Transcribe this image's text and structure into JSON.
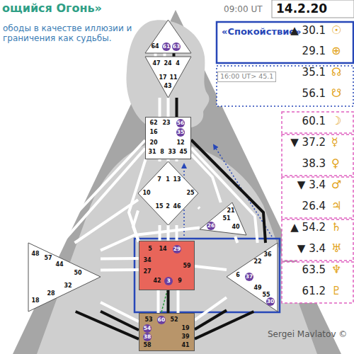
{
  "diagram": {
    "title": "ощийся Огонь»",
    "nodes": [
      {
        "text": [
          "64",
          "61",
          "63"
        ]
      },
      {
        "text": [
          "47",
          "24",
          "4",
          "17",
          "11",
          "43"
        ]
      },
      {
        "text": [
          "62",
          "23",
          "56",
          "16",
          "35",
          "20",
          "12",
          "31",
          "8",
          "33",
          "45"
        ]
      },
      {
        "text": [
          "7",
          "1",
          "13",
          "10",
          "25",
          "15",
          "2",
          "46"
        ]
      },
      {
        "text": [
          "21",
          "51",
          "26",
          "40"
        ]
      },
      {
        "text": [
          "48",
          "57",
          "44",
          "50",
          "32",
          "28",
          "18"
        ]
      },
      {
        "text": [
          "5",
          "14",
          "29",
          "34",
          "27",
          "59",
          "42",
          "3",
          "9"
        ]
      },
      {
        "text": [
          "36",
          "22",
          "6",
          "37",
          "49",
          "55",
          "30"
        ]
      },
      {
        "text": [
          "53",
          "60",
          "52",
          "54",
          "19",
          "38",
          "39",
          "58",
          "41"
        ]
      }
    ],
    "edges": [
      {
        "from": 0,
        "to": 1,
        "arrow": "none"
      },
      {
        "from": 0,
        "to": 1,
        "arrow": "none"
      },
      {
        "from": 0,
        "to": 1,
        "arrow": "none"
      },
      {
        "from": 1,
        "to": 2,
        "arrow": "none"
      },
      {
        "from": 1,
        "to": 2,
        "arrow": "none"
      },
      {
        "from": 1,
        "to": 2,
        "arrow": "none"
      },
      {
        "from": 2,
        "to": 3,
        "arrow": "none"
      },
      {
        "from": 2,
        "to": 3,
        "arrow": "none"
      },
      {
        "from": 2,
        "to": 3,
        "arrow": "none"
      },
      {
        "from": 2,
        "to": 4,
        "arrow": "none"
      },
      {
        "from": 2,
        "to": 5,
        "arrow": "none"
      },
      {
        "from": 2,
        "to": 5,
        "arrow": "none"
      },
      {
        "from": 2,
        "to": 7,
        "arrow": "none"
      },
      {
        "from": 2,
        "to": 7,
        "arrow": "none"
      },
      {
        "from": 2,
        "to": 6,
        "arrow": "none"
      },
      {
        "from": 3,
        "to": 4,
        "arrow": "none"
      },
      {
        "from": 3,
        "to": 6,
        "arrow": "none"
      },
      {
        "from": 3,
        "to": 6,
        "arrow": "none"
      },
      {
        "from": 3,
        "to": 6,
        "arrow": "none"
      },
      {
        "from": 3,
        "to": 6,
        "arrow": "none"
      },
      {
        "from": 3,
        "to": 5,
        "arrow": "none"
      },
      {
        "from": 4,
        "to": 5,
        "arrow": "none"
      },
      {
        "from": 4,
        "to": 7,
        "arrow": "none"
      },
      {
        "from": 5,
        "to": 6,
        "arrow": "none"
      },
      {
        "from": 5,
        "to": 6,
        "arrow": "none"
      },
      {
        "from": 5,
        "to": 8,
        "arrow": "none"
      },
      {
        "from": 5,
        "to": 8,
        "arrow": "none"
      },
      {
        "from": 5,
        "to": 8,
        "arrow": "none"
      },
      {
        "from": 6,
        "to": 7,
        "arrow": "none"
      },
      {
        "from": 6,
        "to": 8,
        "arrow": "none"
      },
      {
        "from": 6,
        "to": 8,
        "arrow": "none"
      },
      {
        "from": 6,
        "to": 8,
        "arrow": "none"
      },
      {
        "from": 7,
        "to": 8,
        "arrow": "none"
      },
      {
        "from": 7,
        "to": 8,
        "arrow": "none"
      },
      {
        "from": 7,
        "to": 8,
        "arrow": "none"
      }
    ],
    "labels": [
      "ободы в качестве иллюзии и граничения как судьбы.",
      "09:00 UT",
      "14.2.20",
      "«Спокойствие»",
      "16:00 UT> 45.1",
      "▲ 30.1",
      "☉",
      "29.1",
      "⊕",
      "35.1",
      "☊",
      "56.1",
      "☋",
      "60.1",
      "☽",
      "▼ 37.2",
      "☿",
      "38.3",
      "♀",
      "▼ 3.4",
      "♂",
      "26.4",
      "♃",
      "▲ 54.2",
      "♄",
      "▼ 3.4",
      "♅",
      "63.5",
      "♆",
      "61.2",
      "♇",
      "Sergei Mavlatov ©"
    ]
  }
}
